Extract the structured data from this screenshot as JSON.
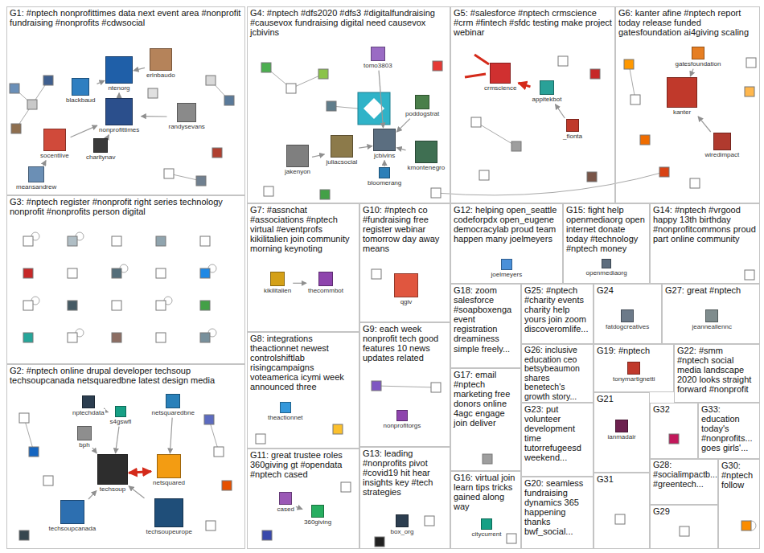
{
  "diagram": {
    "nodes": [
      {
        "text": [
          "G1: #nptech nonprofittimes data next event area #nonprofit fundraising #nonprofits #cdwsocial"
        ]
      },
      {
        "text": [
          "G4: #nptech #dfs2020 #dfs3 #digitalfundraising #causevox fundraising digital need causevox jcbivins"
        ]
      },
      {
        "text": [
          "G5: #salesforce #nptech crmscience #crm #fintech #sfdc testing make project webinar"
        ]
      },
      {
        "text": [
          "G6: kanter afine #nptech report today release funded gatesfoundation ai4giving scaling"
        ]
      },
      {
        "text": [
          "G3: #nptech register #nonprofit right series technology nonprofit #nonprofits person digital"
        ]
      },
      {
        "text": [
          "G7: #assnchat #associations #nptech virtual #eventprofs kikilitalien join community morning keynoting"
        ]
      },
      {
        "text": [
          "G10: #nptech co #fundraising free register webinar tomorrow day away means"
        ]
      },
      {
        "text": [
          "G12: helping open_seattle codeforpdx open_eugene democracylab proud team happen many joelmeyers"
        ]
      },
      {
        "text": [
          "G15: fight help openmediaorg open internet donate today #technology #nptech money"
        ]
      },
      {
        "text": [
          "G14: #nptech #vrgood happy 13th birthday #nonprofitcommons proud part online community"
        ]
      },
      {
        "text": [
          "G18: zoom salesforce #soapboxenga event registration dreaminess simple freely..."
        ]
      },
      {
        "text": [
          "G25: #nptech #charity events charity help yours join zoom discoveromlife..."
        ]
      },
      {
        "text": [
          "G24"
        ]
      },
      {
        "text": [
          "G27: great #nptech"
        ]
      },
      {
        "text": [
          "G26: inclusive education ceo betsybeaumon shares benetech's growth story..."
        ]
      },
      {
        "text": [
          "G19: #nptech"
        ]
      },
      {
        "text": [
          "G22: #smm #nptech social media landscape 2020 looks straight forward #nonprofit"
        ]
      },
      {
        "text": [
          "G2: #nptech online drupal developer techsoup techsoupcanada netsquaredbne latest design media"
        ]
      },
      {
        "text": [
          "G8: integrations theactionnet newest controlshiftlab risingcampaigns voteamerica icymi week announced three"
        ]
      },
      {
        "text": [
          "G9: each week nonprofit tech good features 10 news updates related"
        ]
      },
      {
        "text": [
          "G17: email #nptech marketing free donors online 4agc engage join deliver"
        ]
      },
      {
        "text": [
          "G23: put volunteer development time tutorrefugeesd weekend..."
        ]
      },
      {
        "text": [
          "G21"
        ]
      },
      {
        "text": [
          "G32"
        ]
      },
      {
        "text": [
          "G33: education today's #nonprofits... goes girls'..."
        ]
      },
      {
        "text": [
          "G11: great trustee roles 360giving gt #opendata #nptech cased"
        ]
      },
      {
        "text": [
          "G13: leading #nonprofits pivot #covid19 hit hear insights key #tech strategies"
        ]
      },
      {
        "text": [
          "G16: virtual join learn tips tricks gained along way"
        ]
      },
      {
        "text": [
          "G20: seamless fundraising dynamics 365 happening thanks bwf_social..."
        ]
      },
      {
        "text": [
          "G31"
        ]
      },
      {
        "text": [
          "G28: #socialimpactb... #greentech..."
        ]
      },
      {
        "text": [
          "G30: #nptech follow"
        ]
      },
      {
        "text": [
          "G29"
        ]
      },
      {
        "text": [
          "erinbaudo"
        ],
        "in": 0
      },
      {
        "text": [
          "ntenorg"
        ],
        "in": 0
      },
      {
        "text": [
          "blackbaud"
        ],
        "in": 0
      },
      {
        "text": [
          "nonprofittimes"
        ],
        "in": 0
      },
      {
        "text": [
          "randysevans"
        ],
        "in": 0
      },
      {
        "text": [
          "socentlive"
        ],
        "in": 0
      },
      {
        "text": [
          "charitynav"
        ],
        "in": 0
      },
      {
        "text": [
          "meansandrew"
        ],
        "in": 0
      },
      {
        "text": [
          "tomo3803"
        ],
        "in": 1
      },
      {
        "text": [
          "poddogstrat"
        ],
        "in": 1
      },
      {
        "text": [
          "jcbivins"
        ],
        "in": 1
      },
      {
        "text": [
          "jakenyon"
        ],
        "in": 1
      },
      {
        "text": [
          "juliacsocial"
        ],
        "in": 1
      },
      {
        "text": [
          "kmontenegro"
        ],
        "in": 1
      },
      {
        "text": [
          "bloomerang"
        ],
        "in": 1
      },
      {
        "text": [
          "crmscience"
        ],
        "in": 2
      },
      {
        "text": [
          "appitekbot"
        ],
        "in": 2
      },
      {
        "text": [
          "_fionta"
        ],
        "in": 2
      },
      {
        "text": [
          "gatesfoundation"
        ],
        "in": 3
      },
      {
        "text": [
          "kanter"
        ],
        "in": 3
      },
      {
        "text": [
          "wiredimpact"
        ],
        "in": 3
      },
      {
        "text": [
          "kikilitalien"
        ],
        "in": 5
      },
      {
        "text": [
          "thecommbot"
        ],
        "in": 5
      },
      {
        "text": [
          "qgiv"
        ],
        "in": 6
      },
      {
        "text": [
          "joelmeyers"
        ],
        "in": 7
      },
      {
        "text": [
          "openmediaorg"
        ],
        "in": 8
      },
      {
        "text": [
          "fatdogcreatives"
        ],
        "in": 12
      },
      {
        "text": [
          "jeanneallennc"
        ],
        "in": 13
      },
      {
        "text": [
          "tonymartignetti"
        ],
        "in": 15
      },
      {
        "text": [
          "nptechdata"
        ],
        "in": 17
      },
      {
        "text": [
          "netsquaredbne"
        ],
        "in": 17
      },
      {
        "text": [
          "s4gswfl"
        ],
        "in": 17
      },
      {
        "text": [
          "bph"
        ],
        "in": 17
      },
      {
        "text": [
          "techsoup"
        ],
        "in": 17
      },
      {
        "text": [
          "netsquared"
        ],
        "in": 17
      },
      {
        "text": [
          "techsoupcanada"
        ],
        "in": 17
      },
      {
        "text": [
          "techsoupeurope"
        ],
        "in": 17
      },
      {
        "text": [
          "theactionnet"
        ],
        "in": 18
      },
      {
        "text": [
          "nonprofitorgs"
        ],
        "in": 19
      },
      {
        "text": [
          "ianmadair"
        ],
        "in": 22
      },
      {
        "text": [
          "cased"
        ],
        "in": 25
      },
      {
        "text": [
          "360giving"
        ],
        "in": 25
      },
      {
        "text": [
          "box_org"
        ],
        "in": 26
      },
      {
        "text": [
          "citycurrent"
        ],
        "in": 27
      }
    ],
    "edges": [
      {
        "from": 33,
        "to": 34,
        "arrow": "to"
      },
      {
        "from": 35,
        "to": 34,
        "arrow": "to"
      },
      {
        "from": 36,
        "to": 34,
        "arrow": "to"
      },
      {
        "from": 37,
        "to": 36,
        "arrow": "to"
      },
      {
        "from": 39,
        "to": 36,
        "arrow": "to"
      },
      {
        "from": 38,
        "to": 36,
        "arrow": "to"
      },
      {
        "from": 40,
        "to": 38,
        "arrow": "to"
      },
      {
        "from": 41,
        "to": 43,
        "arrow": "to"
      },
      {
        "from": 42,
        "to": 43,
        "arrow": "to"
      },
      {
        "from": 45,
        "to": 43,
        "arrow": "to"
      },
      {
        "from": 44,
        "to": 45,
        "arrow": "to"
      },
      {
        "from": 46,
        "to": 43,
        "arrow": "to"
      },
      {
        "from": 47,
        "to": 43,
        "arrow": "to"
      },
      {
        "from": 49,
        "to": 48,
        "arrow": "to"
      },
      {
        "from": 50,
        "to": 49,
        "arrow": "to"
      },
      {
        "from": 51,
        "to": 52,
        "arrow": "to"
      },
      {
        "from": 53,
        "to": 52,
        "arrow": "to"
      },
      {
        "from": 54,
        "to": 55,
        "arrow": "to"
      },
      {
        "from": 67,
        "to": 66,
        "arrow": "both"
      },
      {
        "from": 68,
        "to": 66,
        "arrow": "to"
      },
      {
        "from": 69,
        "to": 66,
        "arrow": "to"
      },
      {
        "from": 65,
        "to": 66,
        "arrow": "to"
      },
      {
        "from": 64,
        "to": 66,
        "arrow": "to"
      },
      {
        "from": 62,
        "to": 64,
        "arrow": "to"
      },
      {
        "from": 63,
        "to": 67,
        "arrow": "to"
      },
      {
        "from": 73,
        "to": 74,
        "arrow": "to"
      }
    ]
  }
}
